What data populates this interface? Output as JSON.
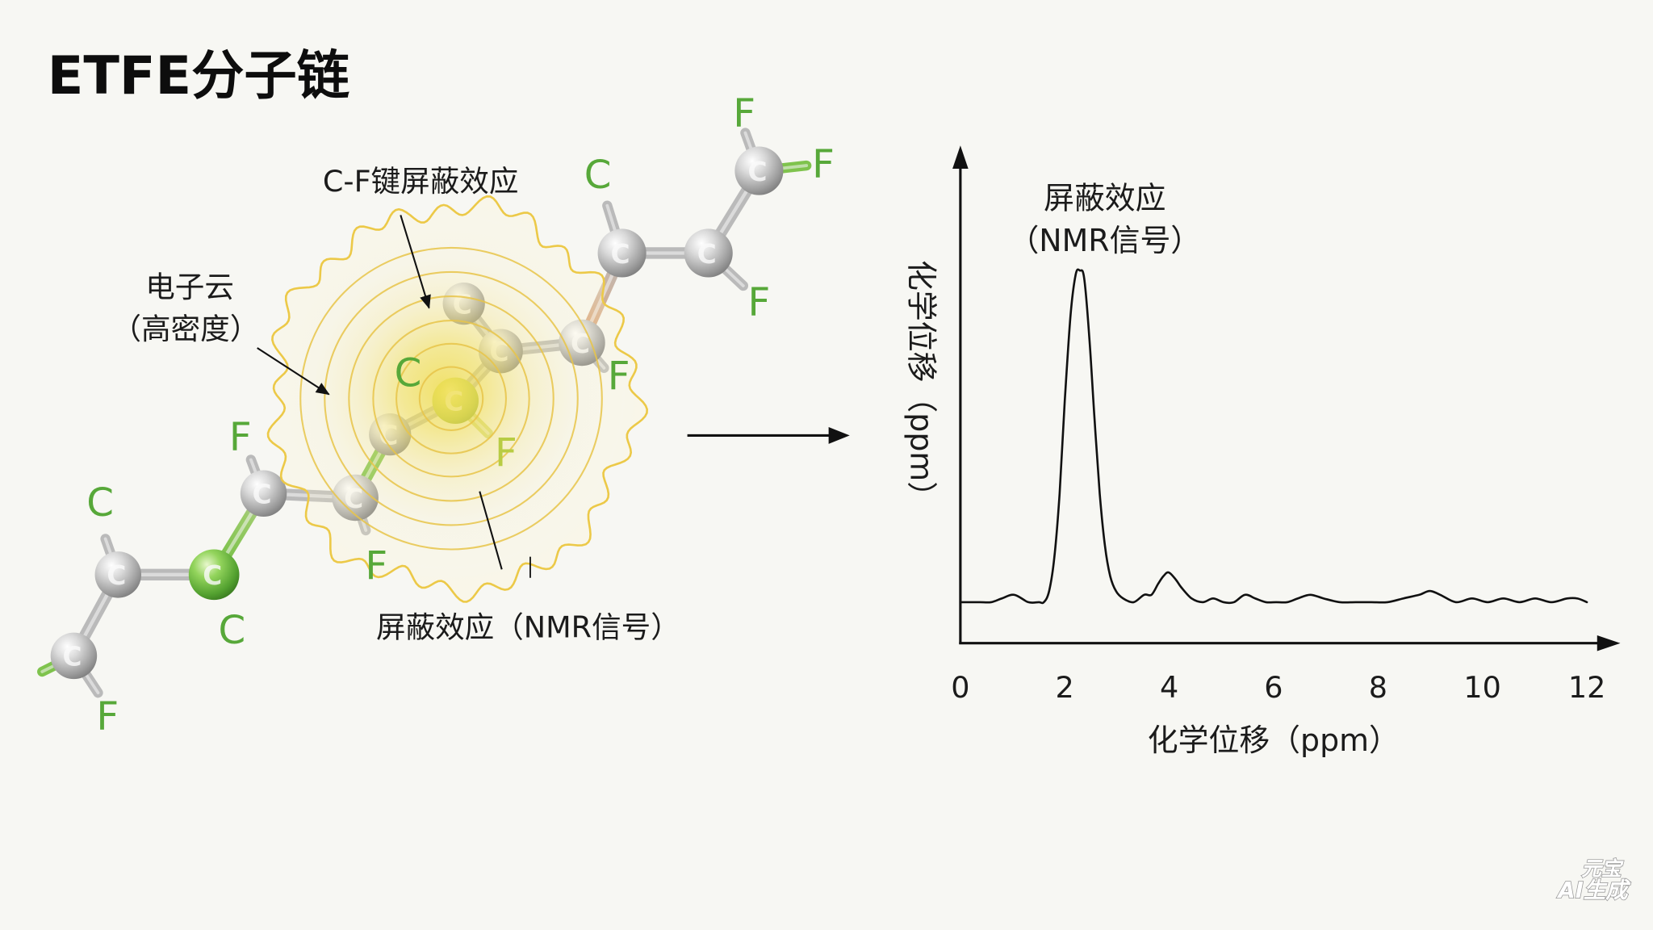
{
  "title": "ETFE分子链",
  "molecule": {
    "sphere_glyph": "C",
    "atom_labels": [
      "F",
      "C",
      "C",
      "F",
      "F",
      "C",
      "F",
      "F",
      "C",
      "F",
      "F",
      "F"
    ]
  },
  "annotations": {
    "cf_bond_shielding": "C-F键屏蔽效应",
    "electron_cloud": "电子云",
    "electron_cloud_note": "（高密度）",
    "shielding_signal": "屏蔽效应（NMR信号）"
  },
  "chart_data": {
    "type": "line",
    "xlabel": "化学位移（ppm）",
    "ylabel": "化学位移（ppm）",
    "x_ticks": [
      0,
      2,
      4,
      6,
      8,
      10,
      12
    ],
    "xlim": [
      0,
      12.6
    ],
    "ylim": [
      0,
      1.33
    ],
    "grid": false,
    "annotations": [
      "屏蔽效应",
      "（NMR信号）"
    ],
    "series": [
      {
        "x": [
          0,
          0.18,
          0.38,
          0.59,
          0.79,
          1.03,
          1.3,
          1.5,
          1.6,
          1.7,
          1.8,
          1.9,
          2.0,
          2.11,
          2.21,
          2.29,
          2.37,
          2.47,
          2.57,
          2.67,
          2.77,
          2.87,
          2.98,
          3.12,
          3.32,
          3.52,
          3.66,
          3.79,
          3.89,
          3.99,
          4.13,
          4.23,
          4.43,
          4.64,
          4.84,
          5.04,
          5.24,
          5.45,
          5.65,
          5.85,
          6.05,
          6.26,
          6.46,
          6.7,
          6.96,
          7.27,
          7.57,
          7.87,
          8.18,
          8.48,
          8.79,
          8.99,
          9.19,
          9.49,
          9.8,
          10.1,
          10.4,
          10.71,
          11.01,
          11.32,
          11.62,
          11.82,
          12.0
        ],
        "y": [
          0.11,
          0.11,
          0.11,
          0.11,
          0.12,
          0.13,
          0.11,
          0.11,
          0.11,
          0.14,
          0.23,
          0.4,
          0.65,
          0.88,
          0.99,
          1.0,
          0.98,
          0.82,
          0.6,
          0.4,
          0.26,
          0.18,
          0.14,
          0.12,
          0.11,
          0.13,
          0.13,
          0.16,
          0.18,
          0.19,
          0.17,
          0.15,
          0.12,
          0.11,
          0.12,
          0.11,
          0.11,
          0.13,
          0.12,
          0.11,
          0.11,
          0.11,
          0.12,
          0.13,
          0.12,
          0.11,
          0.11,
          0.11,
          0.11,
          0.12,
          0.13,
          0.14,
          0.13,
          0.11,
          0.12,
          0.11,
          0.12,
          0.11,
          0.12,
          0.11,
          0.12,
          0.12,
          0.11
        ]
      }
    ]
  },
  "colors": {
    "atom_label": "#57a839",
    "cloud_outline": "#ecc948",
    "axis": "#111111"
  },
  "watermark": {
    "line1": "元宝",
    "line2": "AI生成"
  }
}
